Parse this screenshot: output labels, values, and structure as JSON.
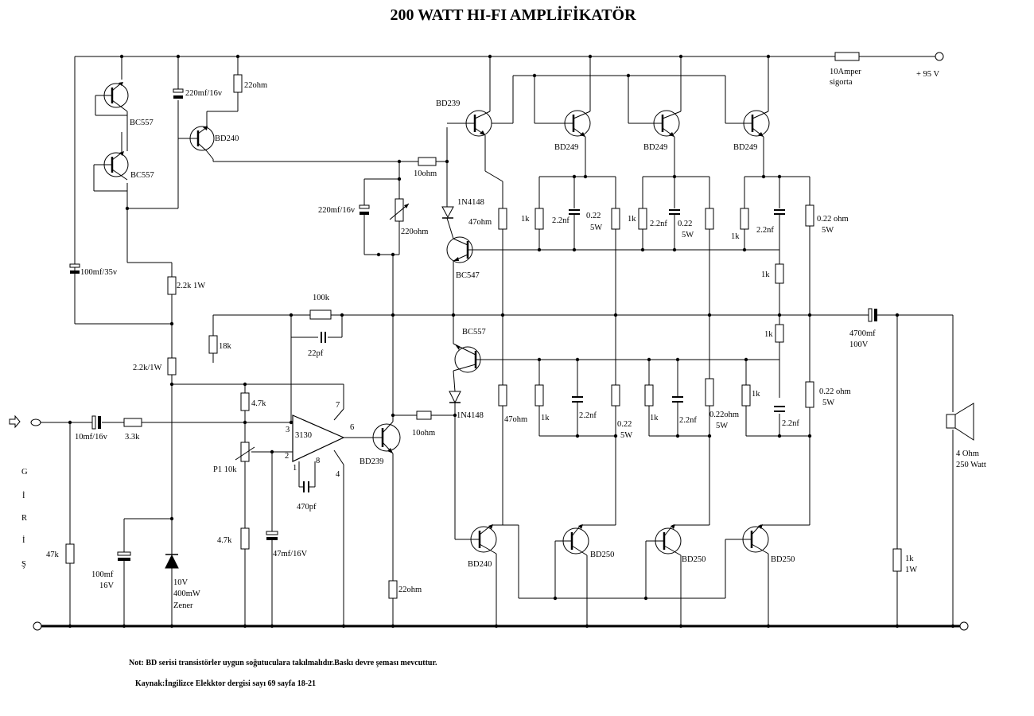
{
  "title": "200  WATT HI-FI AMPLİFİKATÖR",
  "labels": {
    "supply_fuse": "10Amper",
    "supply_fuse2": "sigorta",
    "supply_voltage": "+ 95 V",
    "bc557_top1": "BC557",
    "bc557_top2": "BC557",
    "cap_220_top": "220mf/16v",
    "r_22_top": "22ohm",
    "bd240_top": "BD240",
    "bd239_driver": "BD239",
    "bd249_1": "BD249",
    "bd249_2": "BD249",
    "bd249_3": "BD249",
    "r_10_top": "10ohm",
    "cap_220_bias": "220mf/16v",
    "pot_220": "220ohm",
    "diode_top": "1N4148",
    "r_47_top": "47ohm",
    "bc547": "BC547",
    "cap_100_35": "100mf/35v",
    "r_22k_1w": "2.2k 1W",
    "r_100k": "100k",
    "c_22pf": "22pf",
    "r_18k": "18k",
    "r_22k_1w_b": "2.2k/1W",
    "r_47k_a": "4.7k",
    "r_33k": "3.3k",
    "c_10mf": "10mf/16v",
    "opamp": "3130",
    "pin3": "3",
    "pin2": "2",
    "pin1": "1",
    "pin8": "8",
    "pin7": "7",
    "pin6": "6",
    "pin4": "4",
    "c_470pf": "470pf",
    "pot_p1": "P1 10k",
    "r_47k_b": "4.7k",
    "c_47mf": "47mf/16V",
    "r_47k_in": "47k",
    "c_100mf_a": "100mf",
    "c_100mf_b": "16V",
    "zener_a": "10V",
    "zener_b": "400mW",
    "zener_c": "Zener",
    "bd239_vas": "BD239",
    "r_22_bot": "22ohm",
    "r_10_bot": "10ohm",
    "bc557_mid": "BC557",
    "diode_bot": "1N4148",
    "r_47_bot": "47ohm",
    "bd240_bot": "BD240",
    "bd250_1": "BD250",
    "bd250_2": "BD250",
    "bd250_3": "BD250",
    "r_1k_t1": "1k",
    "c_22nf_t1": "2.2nf",
    "r_022_t1a": "0.22",
    "r_022_t1b": "5W",
    "r_1k_t2": "1k",
    "c_22nf_t2": "2.2nf",
    "r_022_t2a": "0.22",
    "r_022_t2b": "5W",
    "r_1k_t3": "1k",
    "c_22nf_t3": "2.2nf",
    "r_022_t3a": "0.22 ohm",
    "r_022_t3b": "5W",
    "r_1k_fb1": "1k",
    "r_1k_fb2": "1k",
    "r_1k_b1": "1k",
    "c_22nf_b1": "2.2nf",
    "r_022_b1a": "0.22",
    "r_022_b1b": "5W",
    "r_1k_b2": "1k",
    "c_22nf_b2": "2.2nf",
    "r_022_b2a": "0.22ohm",
    "r_022_b2b": "5W",
    "r_1k_b3": "1k",
    "c_22nf_b3": "2.2nf",
    "r_022_b3a": "0.22 ohm",
    "r_022_b3b": "5W",
    "c_4700a": "4700mf",
    "c_4700b": "100V",
    "r_1k_out_a": "1k",
    "r_1k_out_b": "1W",
    "speaker_a": "4 Ohm",
    "speaker_b": "250 Watt",
    "input_g": "G",
    "input_i1": "İ",
    "input_r": "R",
    "input_i2": "İ",
    "input_s": "Ş"
  },
  "notes": {
    "note1": "Not: BD serisi transistörler uygun soğutuculara takılmalıdır.Baskı devre şeması mevcuttur.",
    "note2": "Kaynak:İngilizce Elekktor dergisi sayı 69 sayfa 18-21"
  }
}
